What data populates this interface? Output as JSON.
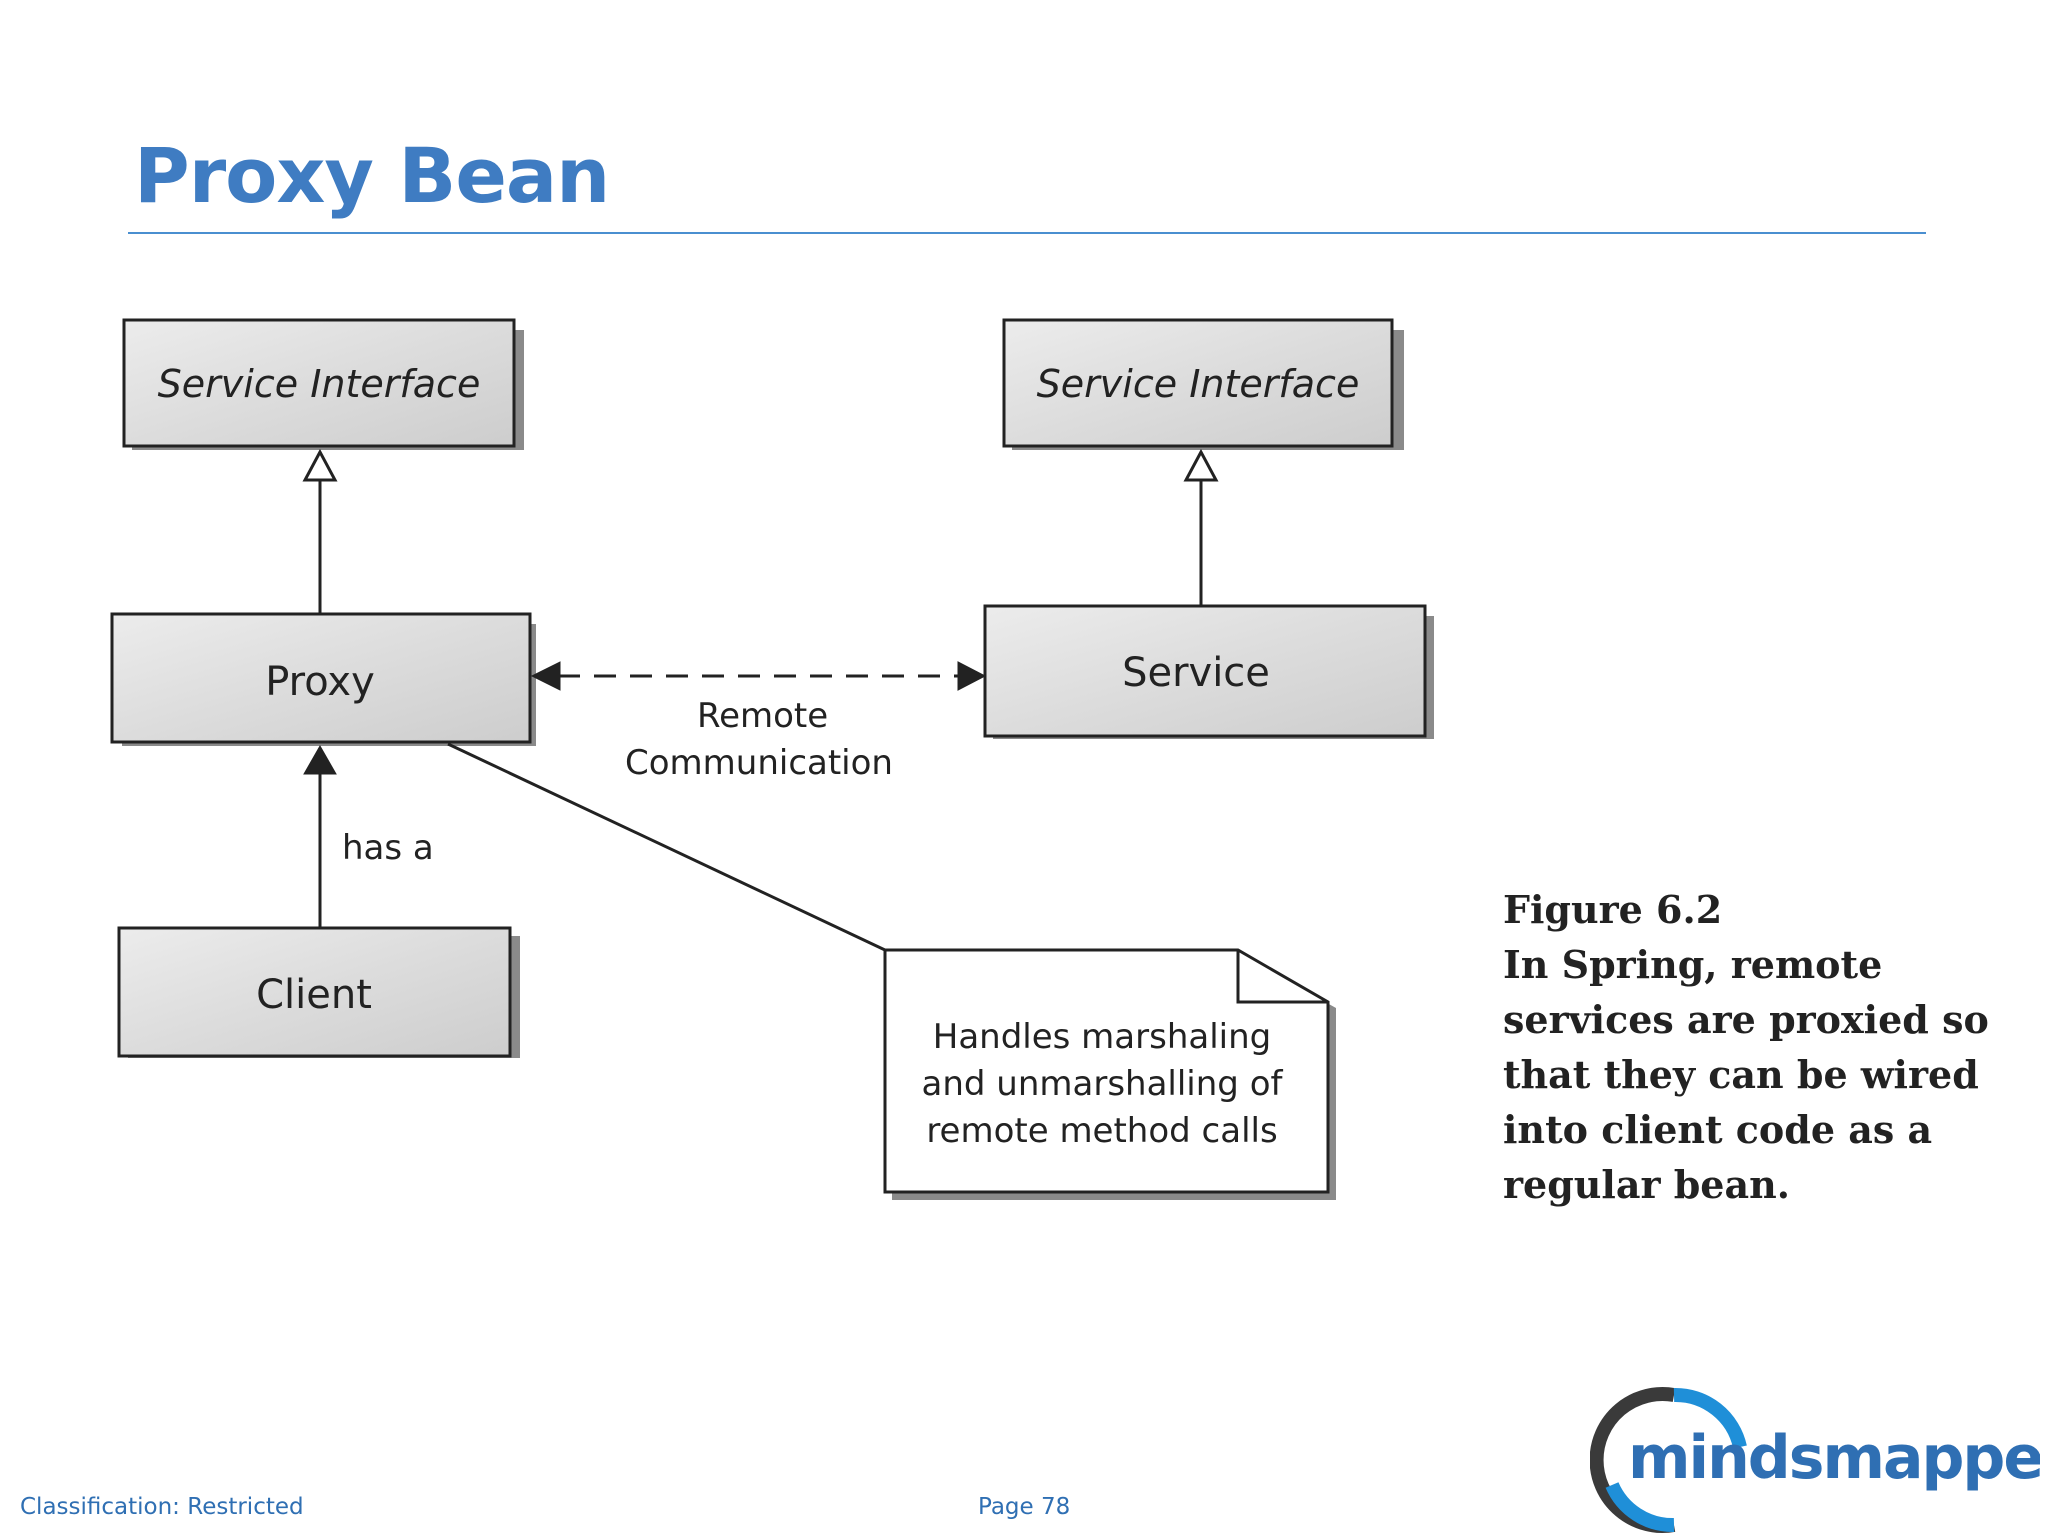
{
  "slide": {
    "title": "Proxy Bean",
    "accent_color": "#3f7cc2",
    "rule_color": "#4a8fd0"
  },
  "diagram": {
    "box_fill": "#d8d8d8",
    "box_stroke": "#222222",
    "shadow_color": "#8a8a8a",
    "nodes": {
      "left_interface": {
        "label": "Service Interface",
        "italic": true
      },
      "right_interface": {
        "label": "Service Interface",
        "italic": true
      },
      "proxy": {
        "label": "Proxy"
      },
      "service": {
        "label": "Service"
      },
      "client": {
        "label": "Client"
      }
    },
    "edges": {
      "proxy_implements": {
        "type": "realization",
        "from": "proxy",
        "to": "left_interface"
      },
      "service_implements": {
        "type": "realization",
        "from": "service",
        "to": "right_interface"
      },
      "client_has_proxy": {
        "type": "association",
        "from": "client",
        "to": "proxy",
        "label": "has a"
      },
      "remote": {
        "type": "dashed-bidirectional",
        "from": "proxy",
        "to": "service",
        "label_lines": [
          "Remote",
          "Communication"
        ]
      },
      "note_link": {
        "type": "note-connector",
        "from": "proxy",
        "to": "note"
      }
    },
    "note": {
      "lines": [
        "Handles marshaling",
        "and unmarshalling of",
        "remote method calls"
      ]
    }
  },
  "caption": {
    "lines": [
      "Figure 6.2",
      "In Spring, remote",
      "services are proxied so",
      "that they can be wired",
      "into client code as a",
      "regular bean."
    ],
    "color": "#222222"
  },
  "footer": {
    "classification": "Classification: Restricted",
    "page": "Page 78",
    "color": "#2f6fb3"
  },
  "logo": {
    "text": "mindsmapped",
    "ring_color": "#3a3a3a",
    "accent_color": "#1f8fd8",
    "text_color": "#2f6fb3"
  }
}
